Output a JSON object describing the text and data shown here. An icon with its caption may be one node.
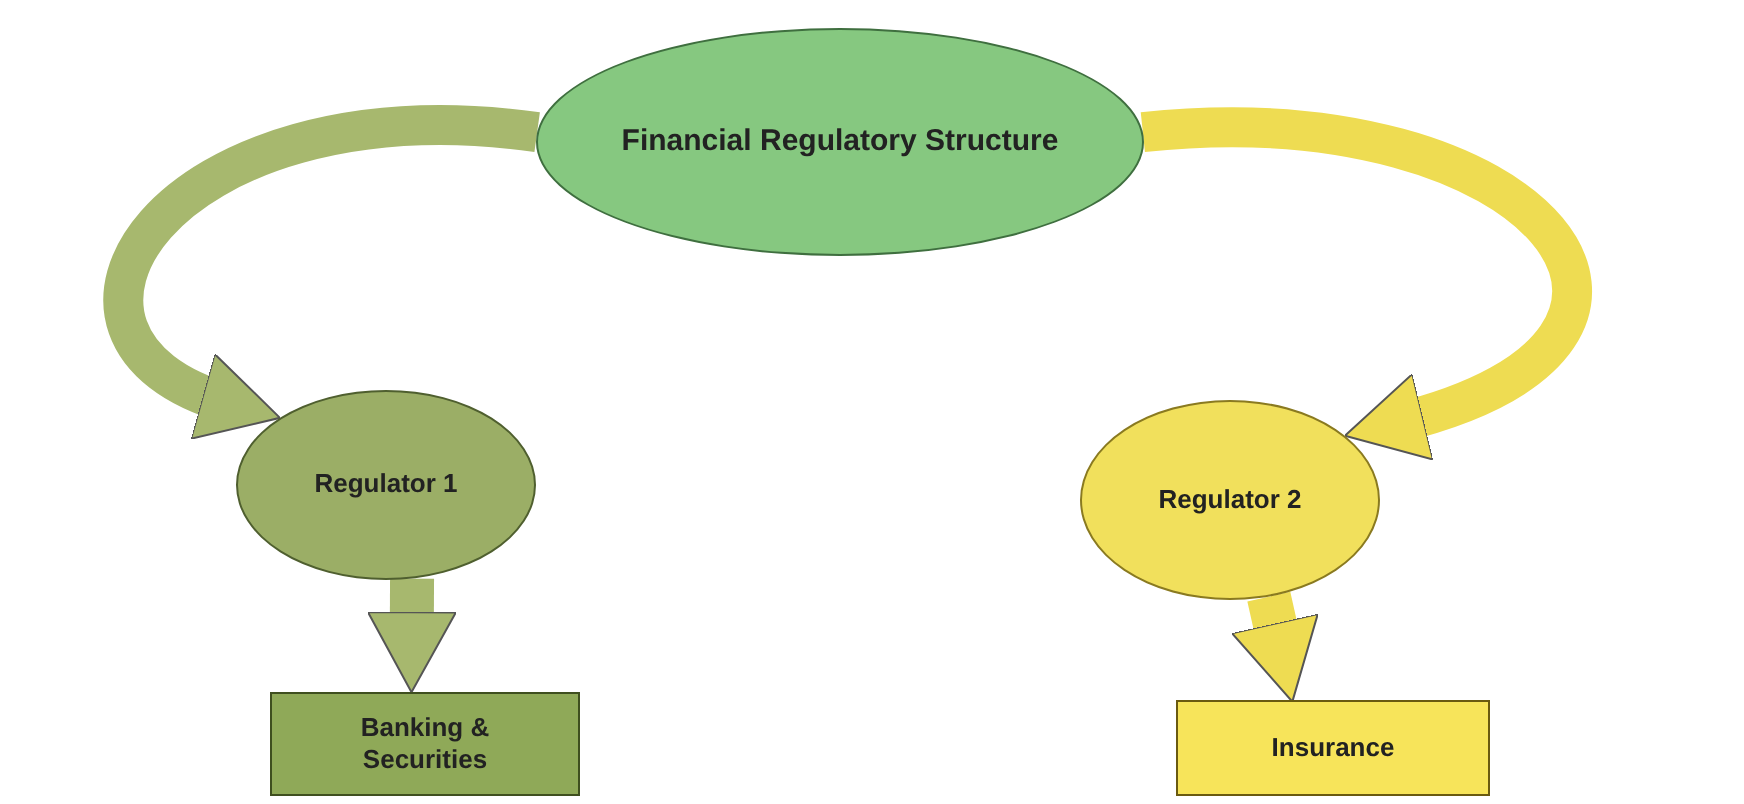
{
  "diagram": {
    "nodes": [
      {
        "text": [
          "Financial Regulatory Structure"
        ]
      },
      {
        "text": [
          "Regulator 1"
        ]
      },
      {
        "text": [
          "Regulator 2"
        ]
      },
      {
        "text": [
          "Banking & Securities"
        ]
      },
      {
        "text": [
          "Insurance"
        ]
      }
    ],
    "edges": [
      {
        "from": 0,
        "to": 1,
        "arrow": "to",
        "color": "#a7b86e"
      },
      {
        "from": 0,
        "to": 2,
        "arrow": "to",
        "color": "#eedc52"
      },
      {
        "from": 1,
        "to": 3,
        "arrow": "to",
        "color": "#a7b86e"
      },
      {
        "from": 2,
        "to": 4,
        "arrow": "to",
        "color": "#eedc52"
      }
    ]
  }
}
